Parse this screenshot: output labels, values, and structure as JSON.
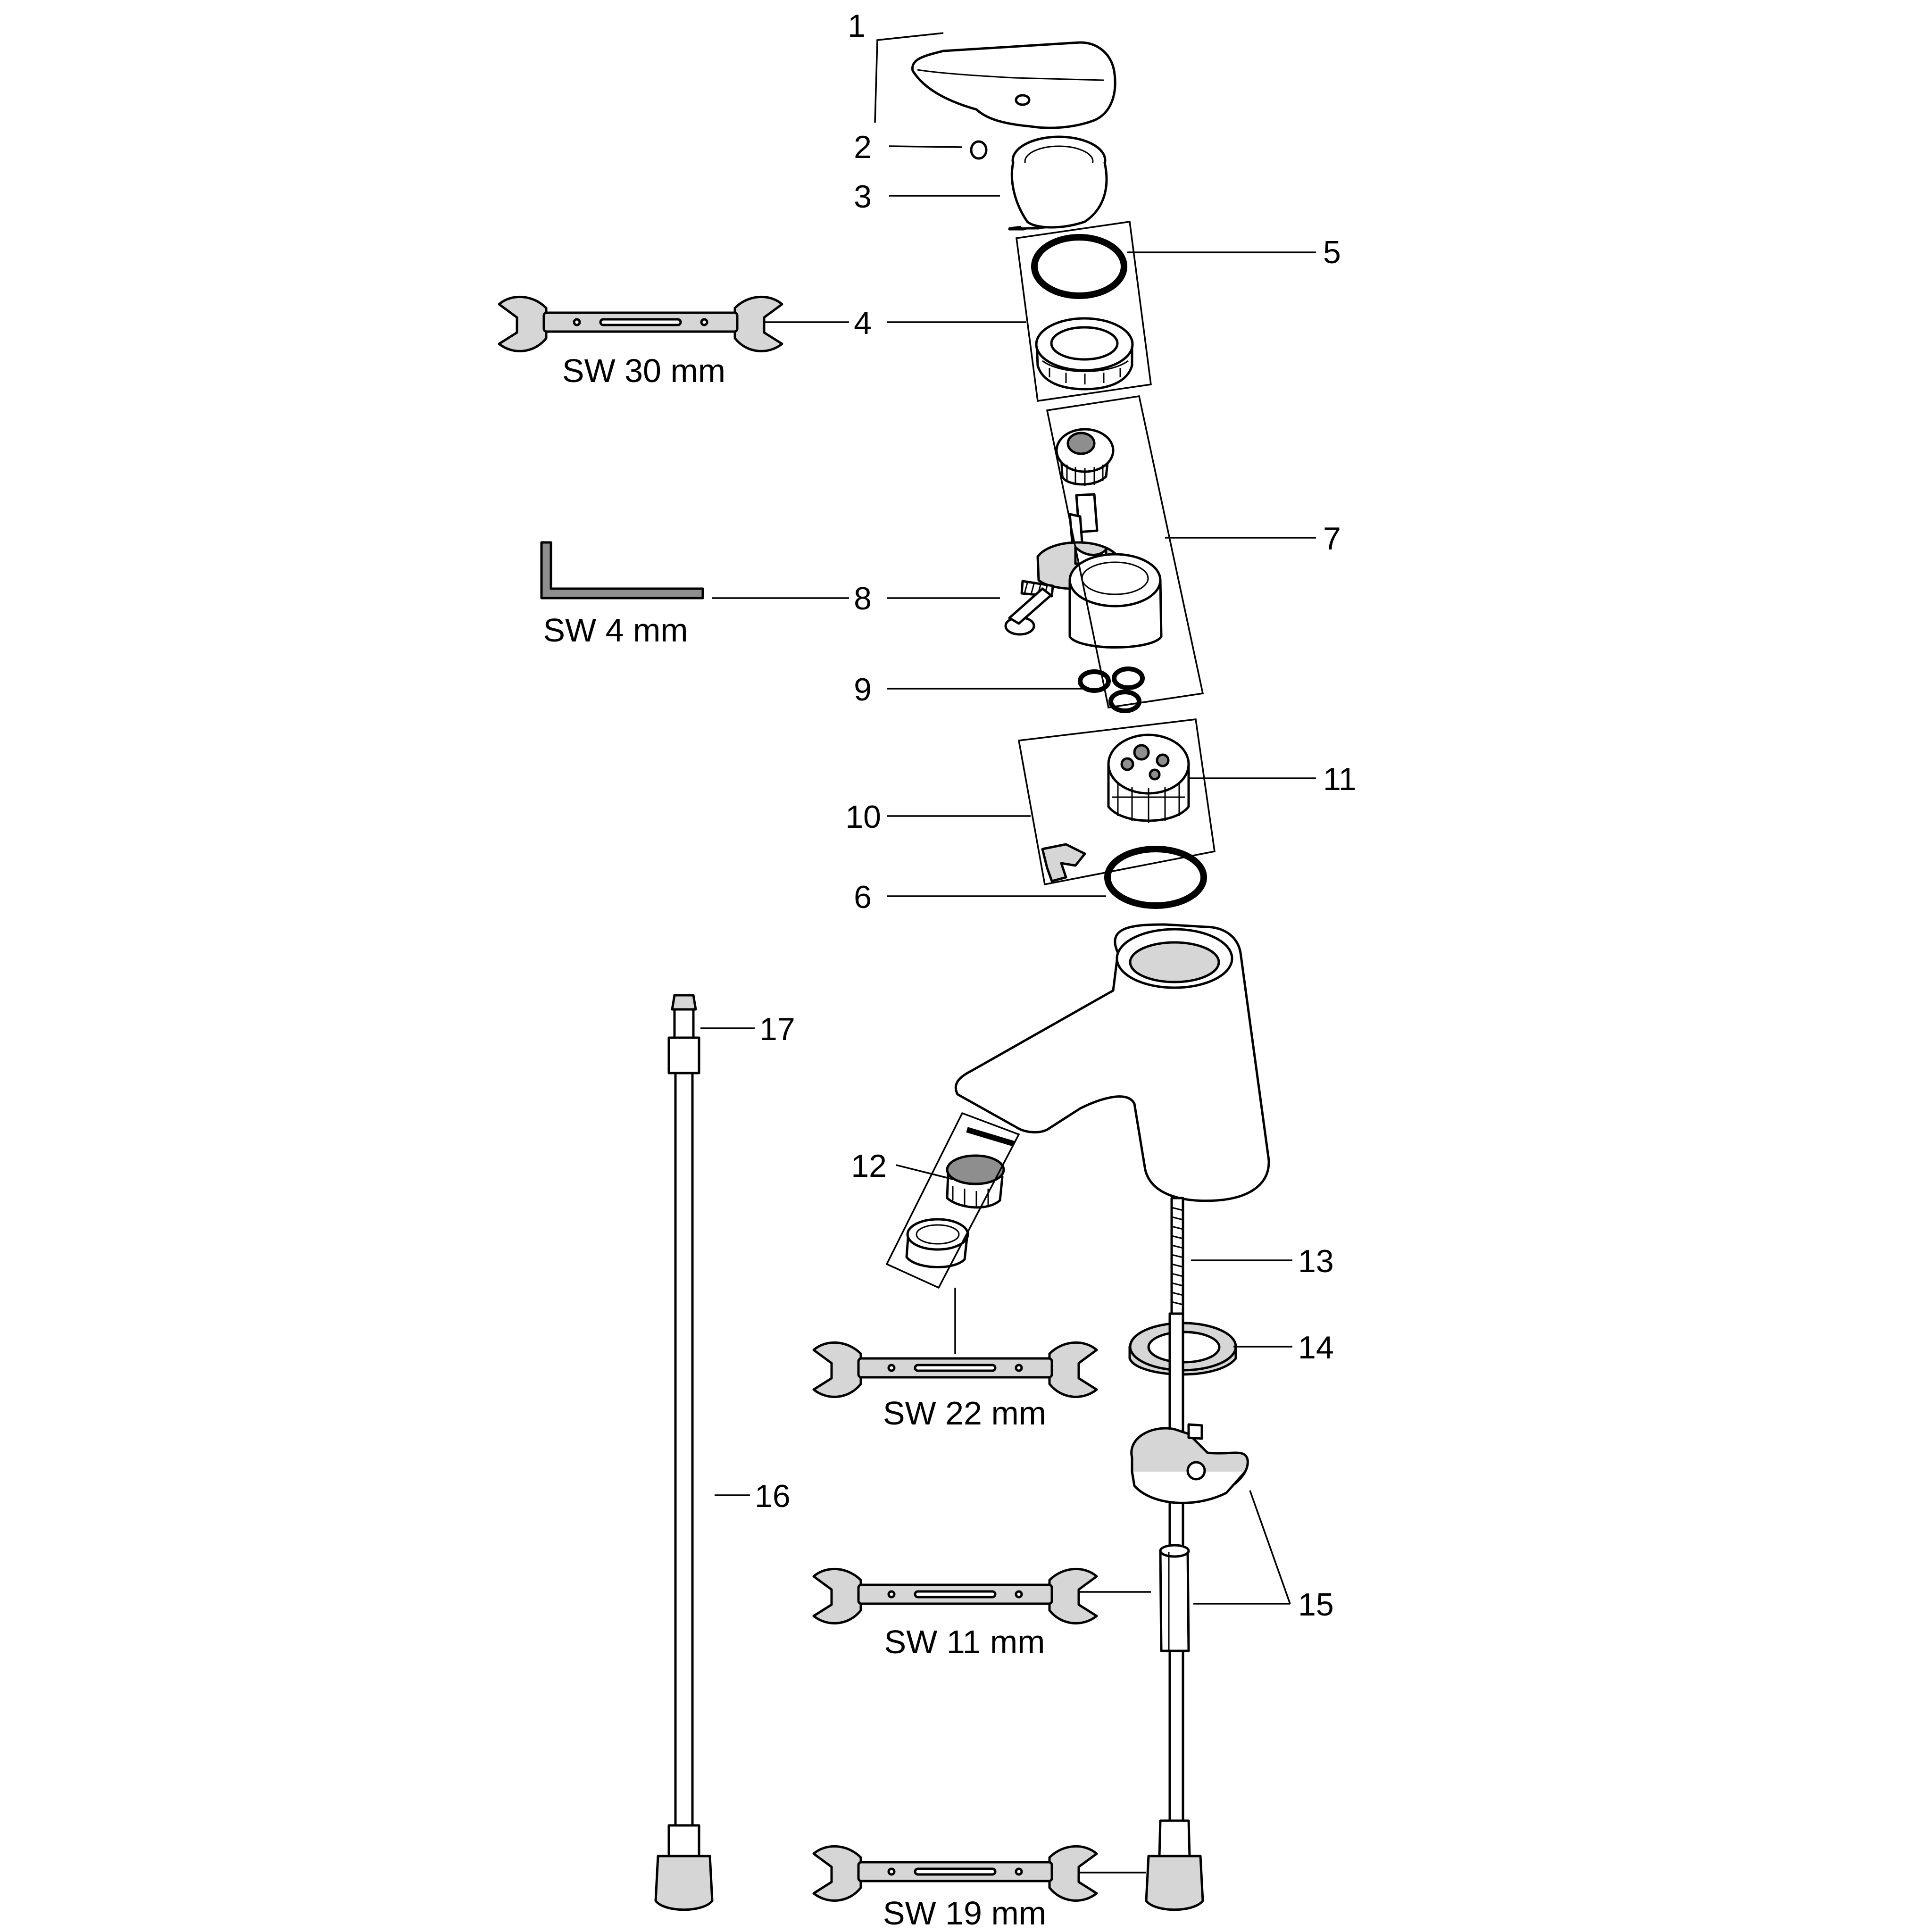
{
  "callouts": [
    {
      "id": "1",
      "text": "1"
    },
    {
      "id": "2",
      "text": "2"
    },
    {
      "id": "3",
      "text": "3"
    },
    {
      "id": "4",
      "text": "4"
    },
    {
      "id": "5",
      "text": "5"
    },
    {
      "id": "6",
      "text": "6"
    },
    {
      "id": "7",
      "text": "7"
    },
    {
      "id": "8",
      "text": "8"
    },
    {
      "id": "9",
      "text": "9"
    },
    {
      "id": "10",
      "text": "10"
    },
    {
      "id": "11",
      "text": "11"
    },
    {
      "id": "12",
      "text": "12"
    },
    {
      "id": "13",
      "text": "13"
    },
    {
      "id": "14",
      "text": "14"
    },
    {
      "id": "15",
      "text": "15"
    },
    {
      "id": "16",
      "text": "16"
    },
    {
      "id": "17",
      "text": "17"
    }
  ],
  "tools": {
    "wrench_30": {
      "label": "SW 30 mm",
      "icon": "open-end-wrench-icon"
    },
    "hex_key_4": {
      "label": "SW 4 mm",
      "icon": "hex-key-icon"
    },
    "wrench_22": {
      "label": "SW 22 mm",
      "icon": "open-end-wrench-icon"
    },
    "wrench_11": {
      "label": "SW 11 mm",
      "icon": "open-end-wrench-icon"
    },
    "wrench_19": {
      "label": "SW 19 mm",
      "icon": "open-end-wrench-icon"
    }
  }
}
